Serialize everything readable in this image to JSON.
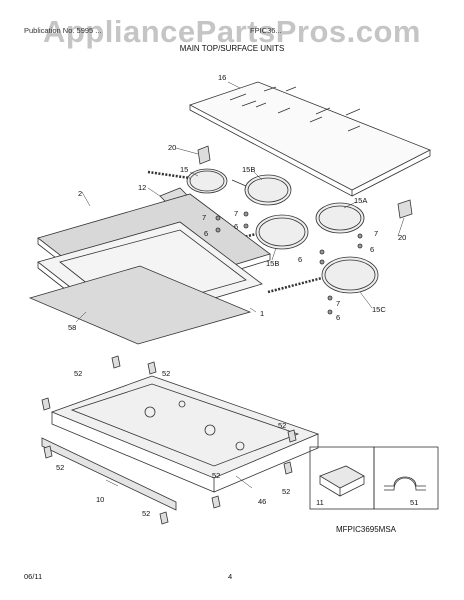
{
  "watermark": "AppliancePartsPros.com",
  "header": {
    "left": "Publication No. 5995 ...",
    "model": "FPIC36..."
  },
  "section_title": "MAIN TOP/SURFACE UNITS",
  "diagram_code": "MFPIC3695MSA",
  "footer": {
    "date": "06/11",
    "page_number": "4"
  },
  "part_labels": {
    "p16": "16",
    "p20a": "20",
    "p15": "15",
    "p15b": "15B",
    "p12": "12",
    "p2": "2",
    "p7a": "7",
    "p6a": "6",
    "p7b": "7",
    "p6b": "6",
    "p15a": "15A",
    "p7c": "7",
    "p6c": "6",
    "p20b": "20",
    "p15bb": "15B",
    "p6d": "6",
    "p7d": "7",
    "p1": "1",
    "p58": "58",
    "p6e": "6",
    "p15c": "15C",
    "p52a": "52",
    "p52b": "52",
    "p52c": "52",
    "p52d": "52",
    "p52e": "52",
    "p52f": "52",
    "p52g": "52",
    "p10": "10",
    "p46": "46",
    "p11": "11",
    "p51": "51"
  }
}
